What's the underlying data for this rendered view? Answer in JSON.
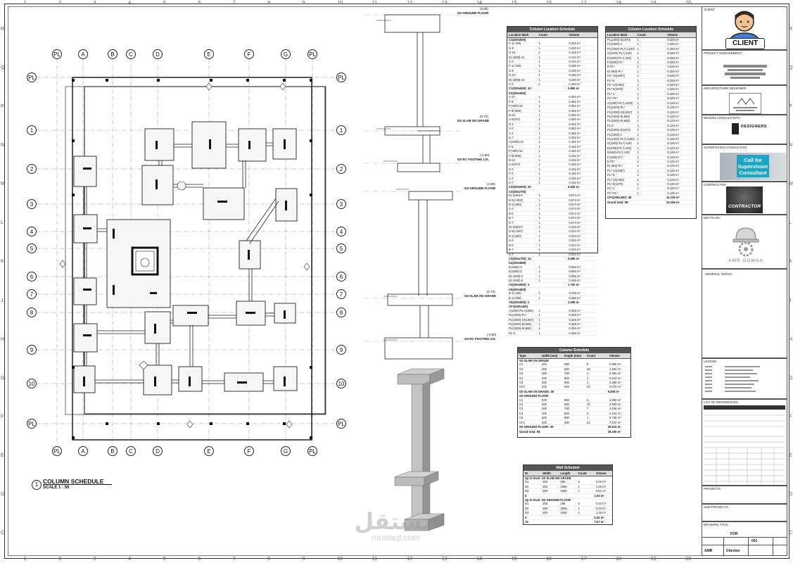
{
  "border_columns": [
    "1",
    "2",
    "3",
    "4",
    "5",
    "6",
    "7",
    "8",
    "9",
    "10",
    "11",
    "12",
    "13",
    "14",
    "15",
    "16",
    "17",
    "18",
    "19",
    "20"
  ],
  "border_rows": [
    "R",
    "Q",
    "P",
    "N",
    "M",
    "L",
    "K",
    "J",
    "H",
    "G",
    "F",
    "E",
    "D",
    "C"
  ],
  "plan": {
    "grid_cols": [
      "PL",
      "A",
      "B",
      "C",
      "D",
      "E",
      "F",
      "G",
      "PL"
    ],
    "grid_rows": [
      "PL",
      "1",
      "2",
      "3",
      "4",
      "5",
      "6",
      "7",
      "8",
      "9",
      "10",
      "PL"
    ],
    "view_number": "1",
    "view_title": "COLUMN SCHEDULE",
    "scale": "SCALE   1 : 50"
  },
  "section": {
    "levels": [
      {
        "elev": "(4.80)",
        "name": "G0 GROUND FLOOR"
      },
      {
        "elev": "(0.70)",
        "name": "G0 SLAB ON GRADE"
      },
      {
        "elev": "(-0.80)",
        "name": "G0 RC FOOTING LVL"
      },
      {
        "elev": "(4.80)",
        "name": "G0 GROUND FLOOR"
      },
      {
        "elev": "(0.70)",
        "name": "G0 SLAB ON GRADE"
      },
      {
        "elev": "(-0.80)",
        "name": "G0 RC FOOTING LVL"
      }
    ]
  },
  "location_schedule_1": {
    "title": "Column Location Schedule",
    "headers": [
      "Location Mark",
      "Count",
      "Volume"
    ],
    "groups": [
      {
        "name": "C1(200x500)",
        "rows": [
          [
            "F-1(-100)",
            "1",
            "0.410 m³"
          ],
          [
            "G-5",
            "1",
            "0.410 m³"
          ],
          [
            "G-10",
            "1",
            "0.410 m³"
          ],
          [
            "E(-1900)-10",
            "1",
            "0.410 m³"
          ],
          [
            "C-2",
            "1",
            "0.410 m³"
          ],
          [
            "F-1(-100)",
            "1",
            "0.160 m³"
          ],
          [
            "G-5",
            "1",
            "0.160 m³"
          ],
          [
            "G-10",
            "1",
            "0.160 m³"
          ],
          [
            "E(-1900)-10",
            "1",
            "0.160 m³"
          ],
          [
            "C-2",
            "1",
            "0.160 m³"
          ]
        ],
        "total": "C1(200x500): 10",
        "total_vol": "2.850 m³"
      },
      {
        "name": "C2(200x600)",
        "rows": [
          [
            "A-10",
            "1",
            "0.492 m³"
          ],
          [
            "F-8",
            "1",
            "0.492 m³"
          ],
          [
            "F(-900)-10",
            "1",
            "0.492 m³"
          ],
          [
            "F-9(-900)",
            "1",
            "0.492 m³"
          ],
          [
            "D-10",
            "1",
            "0.492 m³"
          ],
          [
            "A-9(787)",
            "1",
            "0.492 m³"
          ],
          [
            "G-1",
            "1",
            "0.492 m³"
          ],
          [
            "A-3",
            "1",
            "0.492 m³"
          ],
          [
            "A-4",
            "1",
            "0.492 m³"
          ],
          [
            "A-7",
            "1",
            "0.492 m³"
          ],
          [
            "A(1000)-10",
            "1",
            "0.192 m³"
          ],
          [
            "F-8",
            "1",
            "0.192 m³"
          ],
          [
            "F(-900)-10",
            "1",
            "0.192 m³"
          ],
          [
            "F-9(-900)",
            "1",
            "0.192 m³"
          ],
          [
            "D-10",
            "1",
            "0.192 m³"
          ],
          [
            "A-9(787)",
            "1",
            "0.192 m³"
          ],
          [
            "G-1",
            "1",
            "0.192 m³"
          ],
          [
            "A-3",
            "1",
            "0.192 m³"
          ],
          [
            "A-4",
            "1",
            "0.192 m³"
          ],
          [
            "A-7",
            "1",
            "0.192 m³"
          ]
        ],
        "total": "C2(200x600): 20",
        "total_vol": "6.840 m³"
      },
      {
        "name": "C3(200x700)",
        "rows": [
          [
            "E(-1150)-5",
            "1",
            "0.574 m³"
          ],
          [
            "D-9(-1397)",
            "1",
            "0.574 m³"
          ],
          [
            "D-1(-500)",
            "1",
            "0.574 m³"
          ],
          [
            "C-4",
            "1",
            "0.574 m³"
          ],
          [
            "B-6",
            "1",
            "0.574 m³"
          ],
          [
            "B-7",
            "1",
            "0.574 m³"
          ],
          [
            "C-7",
            "1",
            "0.574 m³"
          ],
          [
            "E(-1150)-5",
            "1",
            "0.224 m³"
          ],
          [
            "D-9(-1397)",
            "1",
            "0.224 m³"
          ],
          [
            "D-1(-500)",
            "1",
            "0.224 m³"
          ],
          [
            "C-4",
            "1",
            "0.224 m³"
          ],
          [
            "B-6",
            "1",
            "0.224 m³"
          ],
          [
            "B-7",
            "1",
            "0.224 m³"
          ],
          [
            "C-7",
            "1",
            "0.224 m³"
          ]
        ],
        "total": "C3(200x700): 14",
        "total_vol": "5.586 m³"
      },
      {
        "name": "C4(200x800)",
        "rows": [
          [
            "E(1500)-3",
            "1",
            "0.656 m³"
          ],
          [
            "E(1500)-3",
            "1",
            "0.656 m³"
          ],
          [
            "D(-1000)-3",
            "1",
            "0.256 m³"
          ],
          [
            "D(-1000)-3",
            "1",
            "0.256 m³"
          ]
        ],
        "total": "C4(200x800): 4",
        "total_vol": "1.752 m³"
      },
      {
        "name": "C5(200x800)",
        "rows": [
          [
            "B-1(-450)",
            "1",
            "0.738 m³"
          ],
          [
            "B-1(-450)",
            "1",
            "0.288 m³"
          ]
        ],
        "total": "C5(200x800): 2",
        "total_vol": "1.008 m³"
      },
      {
        "name": "CF1(200x400)",
        "rows": [
          [
            "A(1900)-PL*(1000)",
            "1",
            "0.328 m³"
          ],
          [
            "PL(1000)-PL*",
            "1",
            "0.328 m³"
          ],
          [
            "PL(1000)-10(1887)",
            "1",
            "0.328 m³"
          ],
          [
            "PL(1000)-9(-550)",
            "1",
            "0.328 m³"
          ],
          [
            "PL(1000)-8(-600)",
            "1",
            "0.328 m³"
          ],
          [
            "PL-8",
            "1",
            "0.328 m³"
          ]
        ]
      }
    ]
  },
  "location_schedule_2": {
    "title": "Column Location Schedule",
    "headers": [
      "Location Mark",
      "Count",
      "Volume"
    ],
    "rows": [
      [
        "PL(1000)-5(1070)",
        "1",
        "0.328 m³"
      ],
      [
        "PL(1000)-1",
        "1",
        "0.328 m³"
      ],
      [
        "PL(1000)-PL*(-1200)",
        "1",
        "0.328 m³"
      ],
      [
        "G(1000)-PL*(-100)",
        "1",
        "0.328 m³"
      ],
      [
        "E(1000)-PL*(-100)",
        "1",
        "0.328 m³"
      ],
      [
        "F(1000)-PL*",
        "1",
        "0.328 m³"
      ],
      [
        "E-PL*",
        "1",
        "0.328 m³"
      ],
      [
        "D(-650)-PL*",
        "1",
        "0.328 m³"
      ],
      [
        "PL*-10(1887)",
        "1",
        "0.328 m³"
      ],
      [
        "PL*-8",
        "1",
        "0.328 m³"
      ],
      [
        "PL*-10(-600)",
        "1",
        "0.328 m³"
      ],
      [
        "PL*-5(1070)",
        "1",
        "0.328 m³"
      ],
      [
        "PL*-1",
        "1",
        "0.328 m³"
      ],
      [
        "PL*-PL*",
        "1",
        "0.328 m³"
      ],
      [
        "A(1000)-PL*(-1200)",
        "1",
        "0.128 m³"
      ],
      [
        "PL(1000)-PL*",
        "1",
        "0.128 m³"
      ],
      [
        "PL(1000)-10(1887)",
        "1",
        "0.128 m³"
      ],
      [
        "PL(1000)-9(-550)",
        "1",
        "0.128 m³"
      ],
      [
        "PL(1000)-8(-600)",
        "1",
        "0.128 m³"
      ],
      [
        "PL-8",
        "1",
        "0.128 m³"
      ],
      [
        "PL(1000)-5(1070)",
        "1",
        "0.128 m³"
      ],
      [
        "PL(1000)-1",
        "1",
        "0.128 m³"
      ],
      [
        "PL(1000)-PL*(-1200)",
        "1",
        "0.128 m³"
      ],
      [
        "G(1000)-PL*(-100)",
        "1",
        "0.128 m³"
      ],
      [
        "E(1000)-PL*(-100)",
        "1",
        "0.128 m³"
      ],
      [
        "D(650)-PL*(-100)",
        "1",
        "0.128 m³"
      ],
      [
        "F(1000)-PL*",
        "1",
        "0.128 m³"
      ],
      [
        "E-PL*",
        "1",
        "0.128 m³"
      ],
      [
        "D(-650)-PL*",
        "1",
        "0.128 m³"
      ],
      [
        "PL*-10(1887)",
        "1",
        "0.128 m³"
      ],
      [
        "PL*-8",
        "1",
        "0.128 m³"
      ],
      [
        "PL*-10(-600)",
        "1",
        "0.128 m³"
      ],
      [
        "PL*-5(1070)",
        "1",
        "0.128 m³"
      ],
      [
        "PL*-1",
        "1",
        "0.128 m³"
      ],
      [
        "PL*-PL*",
        "1",
        "0.128 m³"
      ]
    ],
    "total": "CF1(200x400): 48",
    "total_vol": "11.136 m³",
    "grand": "Grand total: 98",
    "grand_vol": "29.196 m³"
  },
  "column_schedule": {
    "title": "Column Schedule",
    "headers": [
      "Type",
      "width (mm)",
      "length (mm)",
      "Count",
      "Volume"
    ],
    "groups": [
      {
        "name": "G0 SLAB ON GRADE",
        "rows": [
          [
            "C1",
            "200",
            "500",
            "5",
            "0.800 m³"
          ],
          [
            "C2",
            "200",
            "600",
            "10",
            "1.920 m³"
          ],
          [
            "C3",
            "200",
            "700",
            "4",
            "0.896 m³"
          ],
          [
            "C4",
            "200",
            "800",
            "2",
            "0.512 m³"
          ],
          [
            "C5",
            "200",
            "900",
            "1",
            "0.288 m³"
          ],
          [
            "CF1",
            "200",
            "400",
            "24",
            "3.072 m³"
          ]
        ],
        "total": "G0 SLAB ON GRADE: 49",
        "total_vol": "8.208 m³"
      },
      {
        "name": "G0 GROUND FLOOR",
        "rows": [
          [
            "C1",
            "200",
            "500",
            "5",
            "2.050 m³"
          ],
          [
            "C2",
            "200",
            "600",
            "10",
            "4.920 m³"
          ],
          [
            "C3",
            "200",
            "700",
            "7",
            "4.018 m³"
          ],
          [
            "C4",
            "200",
            "800",
            "2",
            "1.312 m³"
          ],
          [
            "C5",
            "200",
            "900",
            "1",
            "0.738 m³"
          ],
          [
            "CF1",
            "200",
            "400",
            "24",
            "7.872 m³"
          ]
        ],
        "total": "G0 GROUND FLOOR: 49",
        "total_vol": "20.910 m³"
      }
    ],
    "grand": "Grand total: 98",
    "grand_vol": "29.196 m³"
  },
  "wall_schedule": {
    "title": "Wall Schedule",
    "headers": [
      "ID",
      "Width",
      "Length",
      "Count",
      "Volume"
    ],
    "groups": [
      {
        "name": "Up to level: G0 SLAB ON GRADE",
        "rows": [
          [
            "D1",
            "200",
            "266",
            "2",
            "0.16 m³"
          ],
          [
            "D2",
            "200",
            "2066",
            "1",
            "1.26 m³"
          ],
          [
            "D3",
            "200",
            "1050",
            "1",
            "0.51 m³"
          ]
        ],
        "total": "5",
        "total_vol": "1.93 m³"
      },
      {
        "name": "Up to level: G0 GROUND FLOOR",
        "rows": [
          [
            "D1",
            "200",
            "266",
            "2",
            "0.43 m³"
          ],
          [
            "D2",
            "200",
            "2066",
            "1",
            "3.43 m³"
          ],
          [
            "D3",
            "200",
            "1050",
            "1",
            "1.39 m³"
          ]
        ],
        "total": "5",
        "total_vol": "5.32 m³"
      }
    ],
    "grand": "10",
    "grand_vol": "7.27 m³"
  },
  "title_block": {
    "client_label": "CLIENT",
    "client_badge": "CLIENT",
    "pm_label": "PROJECT MANAGEMENT :",
    "arch_label": "ARCHITECTURE DESIGNER",
    "design_label": "DESIGN CONSULTANTS",
    "design_logo": "DESIGNERS",
    "supervision_label": "SUPERVISION CONSULTANT",
    "supervision_btn": "Call for Supervision Consultant",
    "contractor_label": "CONTRACTOR :",
    "contractor_logo": "CONTRACTOR",
    "keyplan_label": "KEY PLAN :",
    "keyplan_name": "AMR GOMAA",
    "notes_label": "GENERAL NOTES :",
    "legend_label": "LEGEND",
    "refs_label": "LIST OF REFERENCES",
    "projects_label": "PROJECTS :",
    "subproj_label": "SUB-PROJECTS :",
    "drawing_title_label": "DRAWING TITLE :",
    "for": "FOR",
    "drawn_by": "AMR",
    "checked_by": "Checker",
    "project_no": "001"
  },
  "watermark": {
    "arabic": "مستقل",
    "latin": "mostaql.com"
  }
}
